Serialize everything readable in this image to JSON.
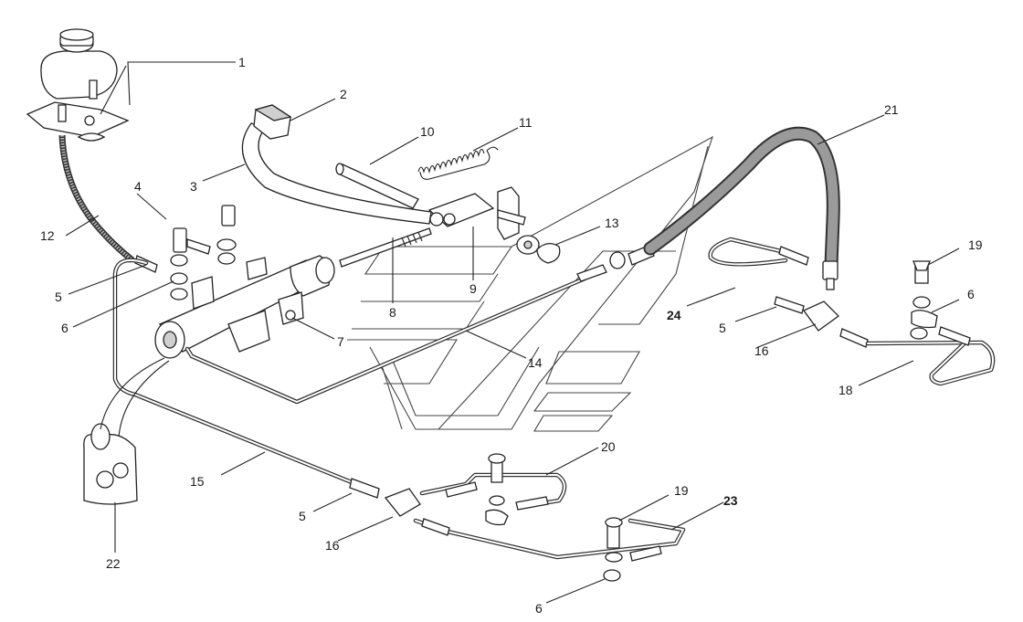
{
  "diagram": {
    "callouts": [
      {
        "id": "c1",
        "text": "1"
      },
      {
        "id": "c2",
        "text": "2"
      },
      {
        "id": "c3",
        "text": "3"
      },
      {
        "id": "c4",
        "text": "4"
      },
      {
        "id": "c5a",
        "text": "5"
      },
      {
        "id": "c5b",
        "text": "5"
      },
      {
        "id": "c5c",
        "text": "5"
      },
      {
        "id": "c6a",
        "text": "6"
      },
      {
        "id": "c6b",
        "text": "6"
      },
      {
        "id": "c6c",
        "text": "6"
      },
      {
        "id": "c7",
        "text": "7"
      },
      {
        "id": "c8",
        "text": "8"
      },
      {
        "id": "c9",
        "text": "9"
      },
      {
        "id": "c10",
        "text": "10"
      },
      {
        "id": "c11",
        "text": "11"
      },
      {
        "id": "c12",
        "text": "12"
      },
      {
        "id": "c13",
        "text": "13"
      },
      {
        "id": "c14",
        "text": "14"
      },
      {
        "id": "c15",
        "text": "15"
      },
      {
        "id": "c16a",
        "text": "16"
      },
      {
        "id": "c16b",
        "text": "16"
      },
      {
        "id": "c18",
        "text": "18"
      },
      {
        "id": "c19a",
        "text": "19"
      },
      {
        "id": "c19b",
        "text": "19"
      },
      {
        "id": "c20",
        "text": "20"
      },
      {
        "id": "c21",
        "text": "21"
      },
      {
        "id": "c22",
        "text": "22"
      },
      {
        "id": "c23",
        "text": "23"
      },
      {
        "id": "c24",
        "text": "24"
      }
    ]
  }
}
